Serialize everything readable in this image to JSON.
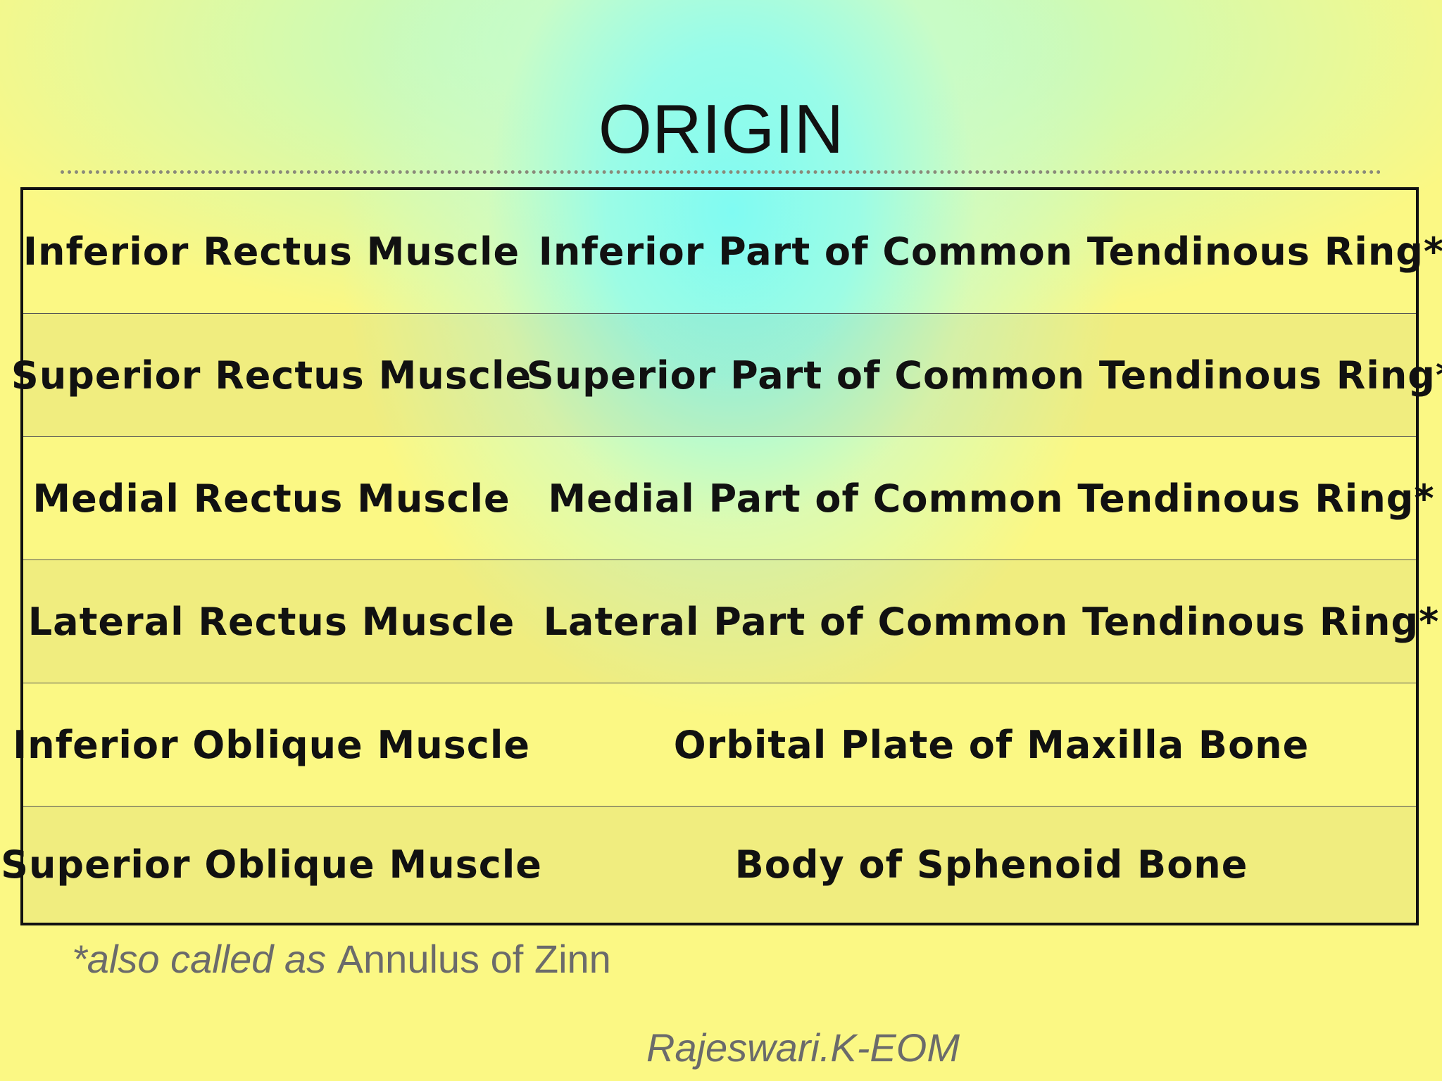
{
  "slide": {
    "title": "ORIGIN",
    "rows": [
      {
        "muscle": "Inferior Rectus Muscle",
        "origin": "Inferior Part of Common Tendinous Ring*"
      },
      {
        "muscle": "Superior Rectus Muscle",
        "origin": "Superior Part of Common Tendinous Ring*"
      },
      {
        "muscle": "Medial Rectus Muscle",
        "origin": "Medial Part of Common Tendinous Ring*"
      },
      {
        "muscle": "Lateral Rectus Muscle",
        "origin": "Lateral Part of Common Tendinous Ring*"
      },
      {
        "muscle": "Inferior Oblique Muscle",
        "origin": "Orbital Plate of Maxilla Bone"
      },
      {
        "muscle": "Superior Oblique Muscle",
        "origin": "Body of Sphenoid Bone"
      }
    ],
    "footnote": {
      "italic_part": "*also called as ",
      "plain_part": "Annulus of Zinn"
    },
    "credit": "Rajeswari.K-EOM"
  },
  "colors": {
    "background": "#fbf884",
    "highlight": "#80fbf2",
    "text": "#111111",
    "muted_text": "#6b6b6b"
  }
}
